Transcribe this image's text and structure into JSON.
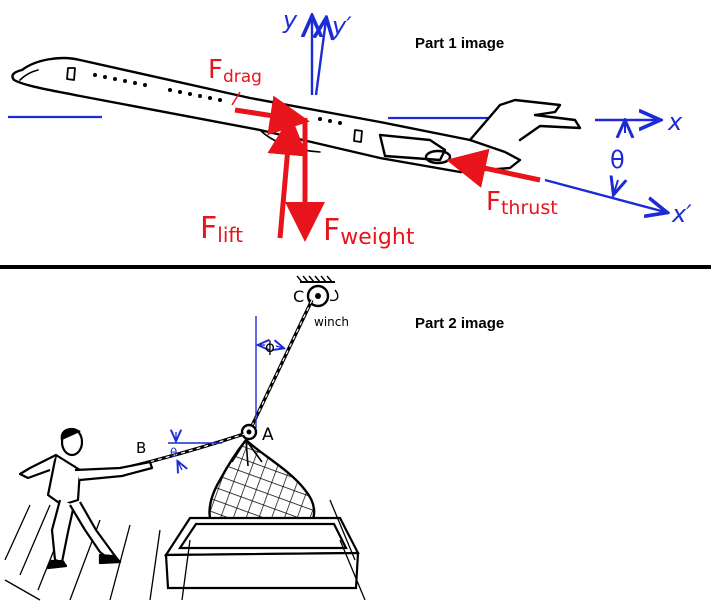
{
  "part1": {
    "caption": "Part 1 image",
    "forces": {
      "drag": {
        "symbol": "F",
        "sub": "drag"
      },
      "lift": {
        "symbol": "F",
        "sub": "lift"
      },
      "weight": {
        "symbol": "F",
        "sub": "weight"
      },
      "thrust": {
        "symbol": "F",
        "sub": "thrust"
      }
    },
    "axes": {
      "y": "y",
      "y_prime": "y′",
      "x": "x",
      "x_prime": "x′",
      "angle": "θ"
    },
    "colors": {
      "force": "#e8141b",
      "axis": "#1d2bd6",
      "ink": "#000000"
    }
  },
  "part2": {
    "caption": "Part 2 image",
    "labels": {
      "point_c": "C",
      "winch": "winch",
      "angle_phi": "ϕ",
      "point_b": "B",
      "angle_theta": "θ",
      "point_a": "A"
    }
  }
}
